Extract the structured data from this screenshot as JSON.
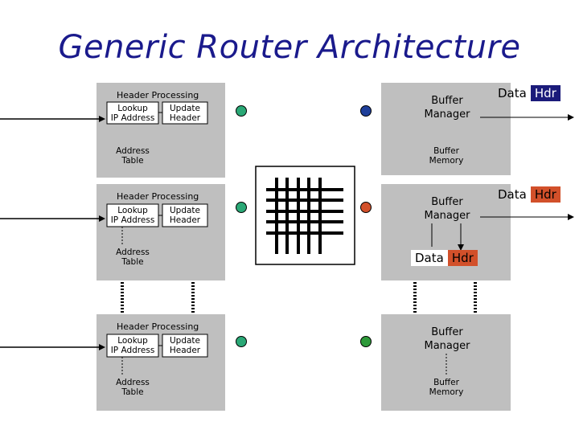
{
  "title": "Generic Router Architecture",
  "header_processing": "Header Processing",
  "lookup": "Lookup\nIP Address",
  "lookup_line1": "Lookup",
  "lookup_line2": "IP Address",
  "update_line1": "Update",
  "update_line2": "Header",
  "address_line1": "Address",
  "address_line2": "Table",
  "buffer_manager_line1": "Buffer",
  "buffer_manager_line2": "Manager",
  "buffer_memory_line1": "Buffer",
  "buffer_memory_line2": "Memory",
  "packet": {
    "data": "Data",
    "hdr": "Hdr"
  },
  "colors": {
    "title": "#1a1a8c",
    "panel": "#bfbfbf",
    "node_green": "#2aa876",
    "node_blue": "#1f3f9a",
    "node_orange": "#d2502a",
    "node_darkgreen": "#2e9a3a",
    "hdr_navy": "#1b1b7a",
    "hdr_orange": "#d2502a"
  }
}
